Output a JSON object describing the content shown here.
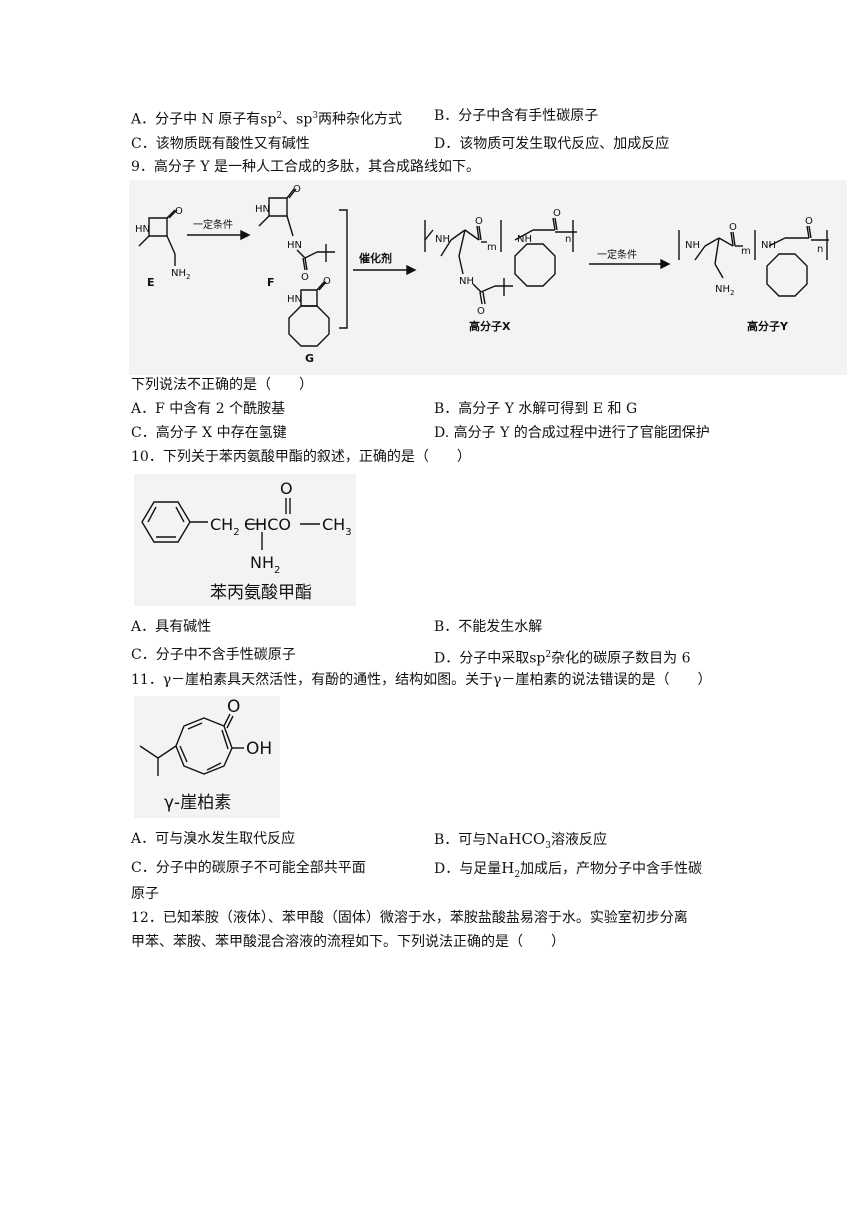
{
  "q8": {
    "a_pre": "A．分子中 N 原子有",
    "a_sp2": "sp",
    "a_sup2": "2",
    "a_mid": "、",
    "a_sp3": "sp",
    "a_sup3": "3",
    "a_post": "两种杂化方式",
    "b": "B．分子中含有手性碳原子",
    "c": "C．该物质既有酸性又有碱性",
    "d": "D．该物质可发生取代反应、加成反应"
  },
  "q9": {
    "stem": "9．高分子 Y 是一种人工合成的多肽，其合成路线如下。",
    "scheme": {
      "label_E": "E",
      "label_F": "F",
      "label_G": "G",
      "label_X": "高分子X",
      "label_Y": "高分子Y",
      "arrow1": "一定条件",
      "arrow2": "催化剂",
      "arrow3": "一定条件",
      "nh": "HN",
      "nh2": "NH",
      "nh2_sub": "2",
      "o": "O",
      "m": "m",
      "n": "n"
    },
    "ask": "下列说法不正确的是（　　）",
    "a": "A．F 中含有 2 个酰胺基",
    "b": "B．高分子 Y 水解可得到 E 和 G",
    "c": "C．高分子 X 中存在氢键",
    "d": "D. 高分子 Y 的合成过程中进行了官能团保护"
  },
  "q10": {
    "stem": "10．下列关于苯丙氨酸甲酯的叙述，正确的是（　　）",
    "caption": "苯丙氨酸甲酯",
    "formula_ch": "CH",
    "formula_2": "2",
    "formula_chc": "CHCO",
    "formula_ch3": "CH",
    "formula_3": "3",
    "formula_o": "O",
    "formula_nh": "NH",
    "a": "A．具有碱性",
    "b": "B．不能发生水解",
    "c": "C．分子中不含手性碳原子",
    "d_pre": "D．分子中采取",
    "d_sp": "sp",
    "d_sup": "2",
    "d_post": "杂化的碳原子数目为 6"
  },
  "q11": {
    "stem": "11．γ－崖柏素具天然活性，有酚的通性，结构如图。关于γ－崖柏素的说法错误的是（　　）",
    "caption": "γ-崖柏素",
    "oh": "OH",
    "o": "O",
    "a": "A．可与溴水发生取代反应",
    "b_pre": "B．可与",
    "b_chem": "NaHCO",
    "b_sub": "3",
    "b_post": "溶液反应",
    "c": "C．分子中的碳原子不可能全部共平面",
    "d_pre": "D．与足量",
    "d_h": "H",
    "d_sub": "2",
    "d_post": "加成后，产物分子中含手性碳",
    "d_cont": "原子"
  },
  "q12": {
    "line1": "12．已知苯胺（液体）、苯甲酸（固体）微溶于水，苯胺盐酸盐易溶于水。实验室初步分离",
    "line2": "甲苯、苯胺、苯甲酸混合溶液的流程如下。下列说法正确的是（　　）"
  }
}
